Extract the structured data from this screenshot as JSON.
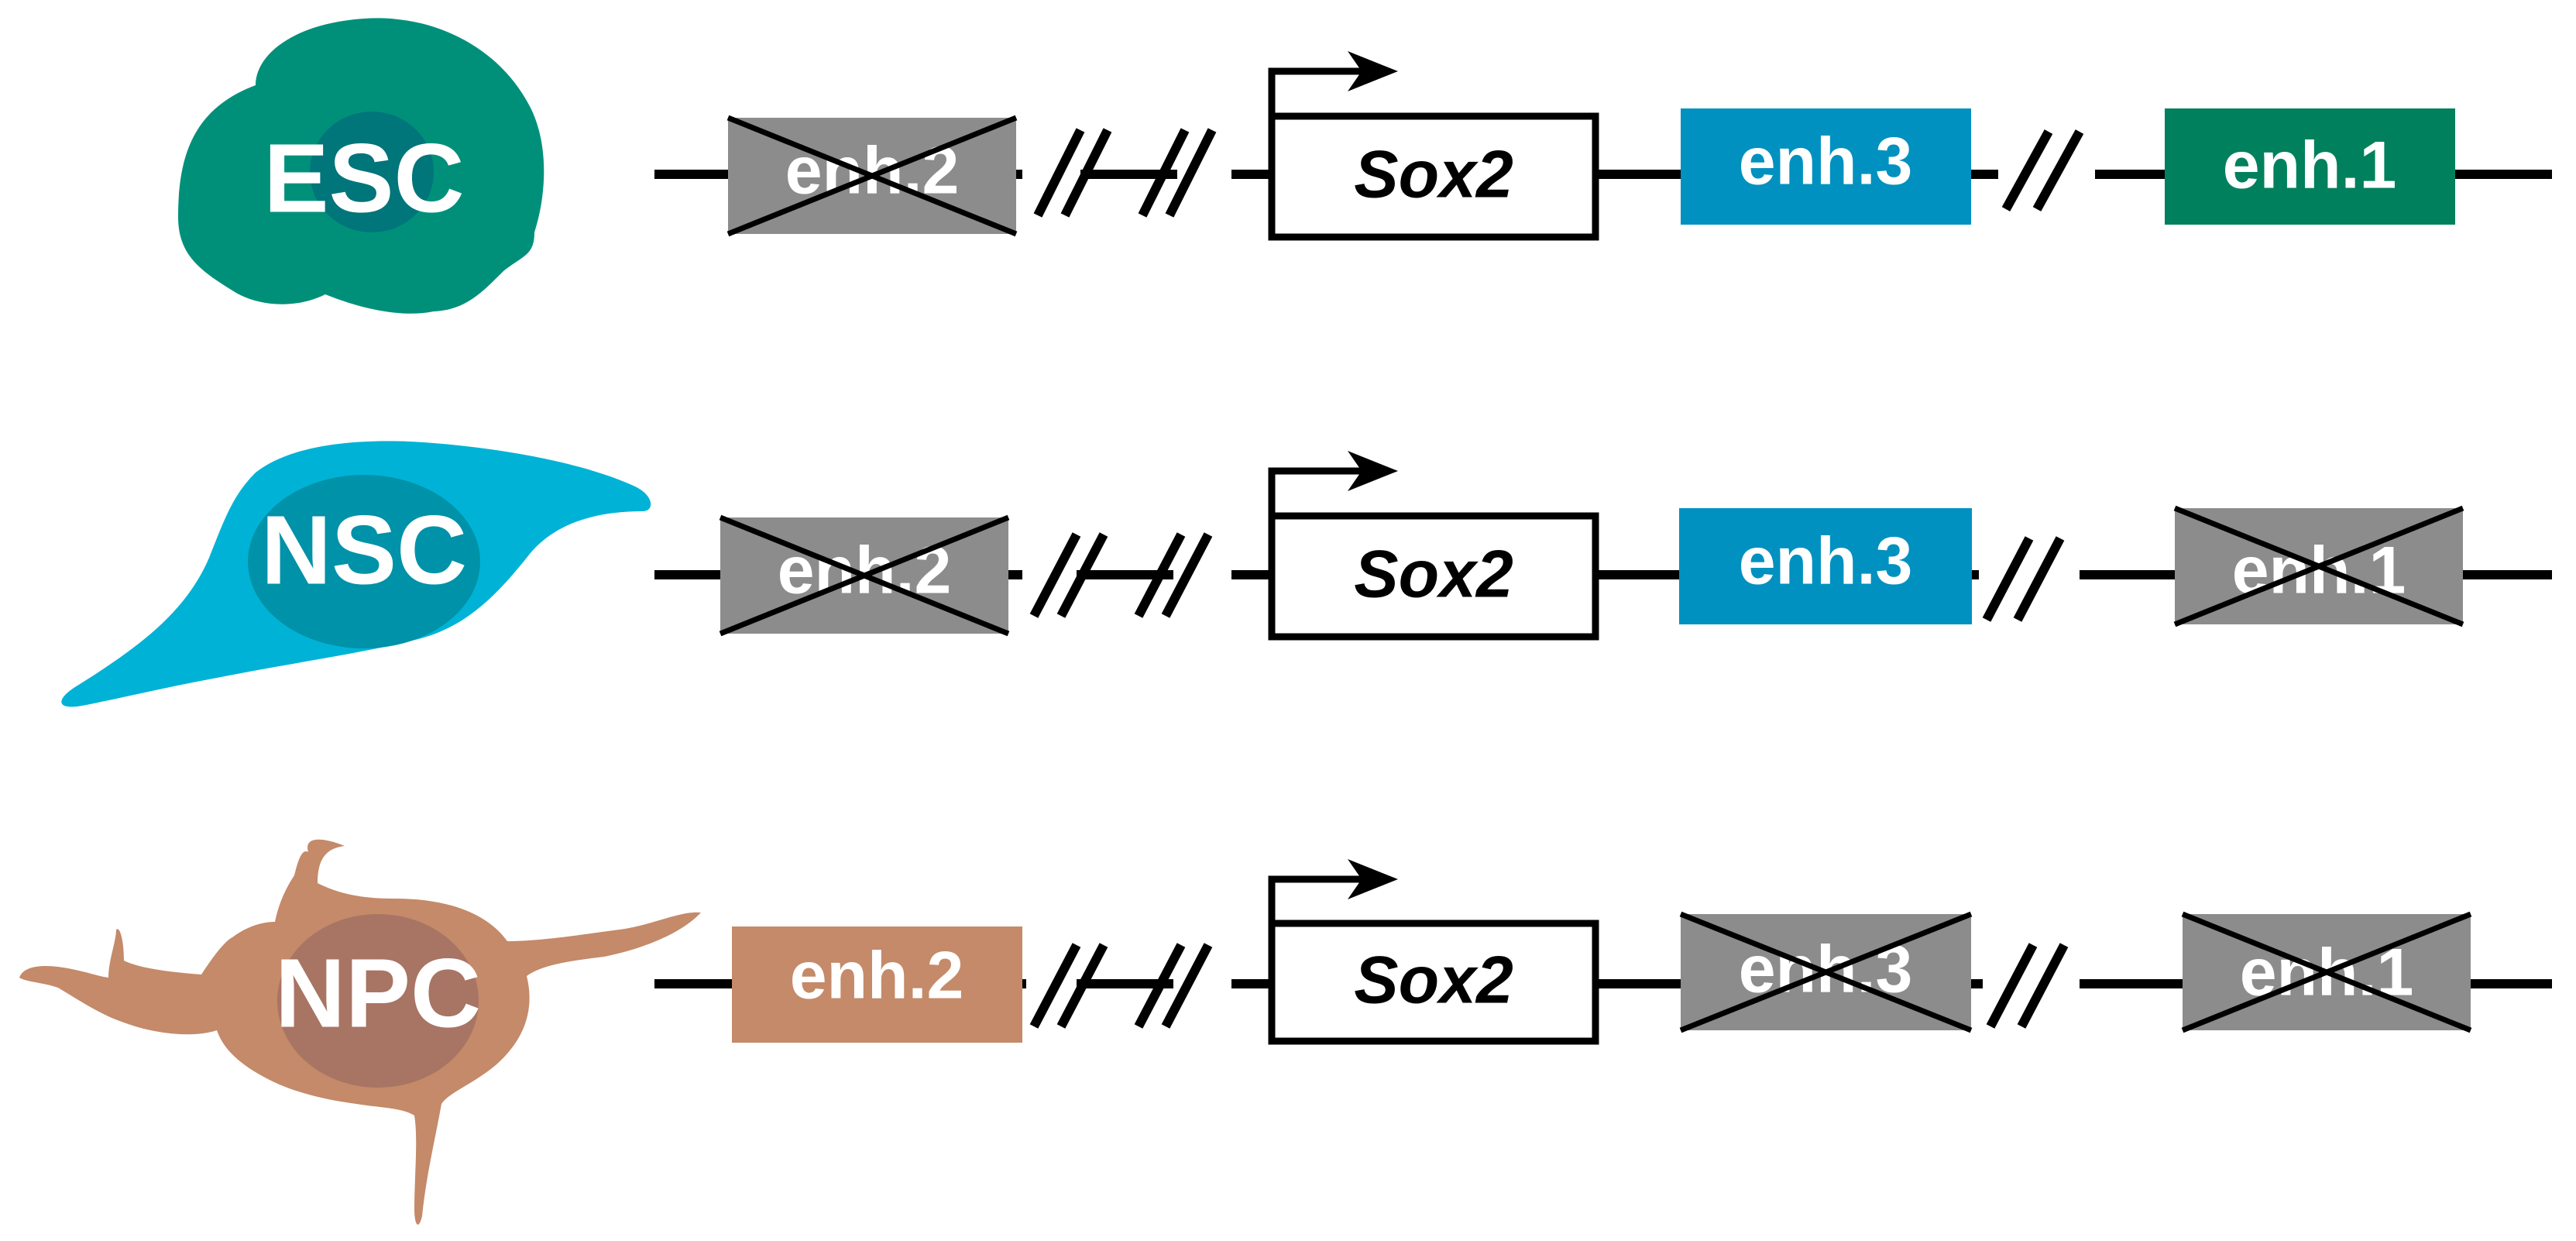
{
  "colors": {
    "esc": "#00907A",
    "esc_nucleus": "#00757A",
    "nsc": "#00B3D6",
    "nsc_nucleus": "#0092A8",
    "npc": "#C48A69",
    "npc_nucleus": "#A87464",
    "enh_blue": "#0091C0",
    "enh_green": "#00805C",
    "enh_tan": "#C48A69",
    "inactive": "#8C8C8C",
    "line": "#000000"
  },
  "gene": "Sox2",
  "rows": [
    {
      "cell": "ESC",
      "enhancers": [
        {
          "label": "enh.2",
          "active": false
        },
        {
          "label": "enh.3",
          "active": true,
          "color": "enh_blue"
        },
        {
          "label": "enh.1",
          "active": true,
          "color": "enh_green"
        }
      ]
    },
    {
      "cell": "NSC",
      "enhancers": [
        {
          "label": "enh.2",
          "active": false
        },
        {
          "label": "enh.3",
          "active": true,
          "color": "enh_blue"
        },
        {
          "label": "enh.1",
          "active": false
        }
      ]
    },
    {
      "cell": "NPC",
      "enhancers": [
        {
          "label": "enh.2",
          "active": true,
          "color": "enh_tan"
        },
        {
          "label": "enh.3",
          "active": false
        },
        {
          "label": "enh.1",
          "active": false
        }
      ]
    }
  ]
}
